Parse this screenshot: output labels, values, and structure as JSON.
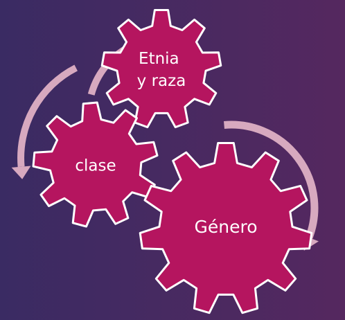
{
  "colors": {
    "background_left": "#3a2b63",
    "background_right": "#54285e",
    "gear_fill": "#b5155f",
    "gear_stroke": "#ffffff",
    "arrow": "#d7a9bf"
  },
  "diagram": {
    "gears": [
      {
        "id": "etnia",
        "label_lines": [
          "Etnia",
          "y raza"
        ]
      },
      {
        "id": "clase",
        "label_lines": [
          "clase"
        ]
      },
      {
        "id": "genero",
        "label_lines": [
          "Género"
        ]
      }
    ],
    "arrows": [
      {
        "id": "arrow-to-etnia",
        "direction": "clockwise"
      },
      {
        "id": "arrow-to-clase",
        "direction": "counterclockwise"
      },
      {
        "id": "arrow-around-genero",
        "direction": "clockwise"
      }
    ]
  }
}
